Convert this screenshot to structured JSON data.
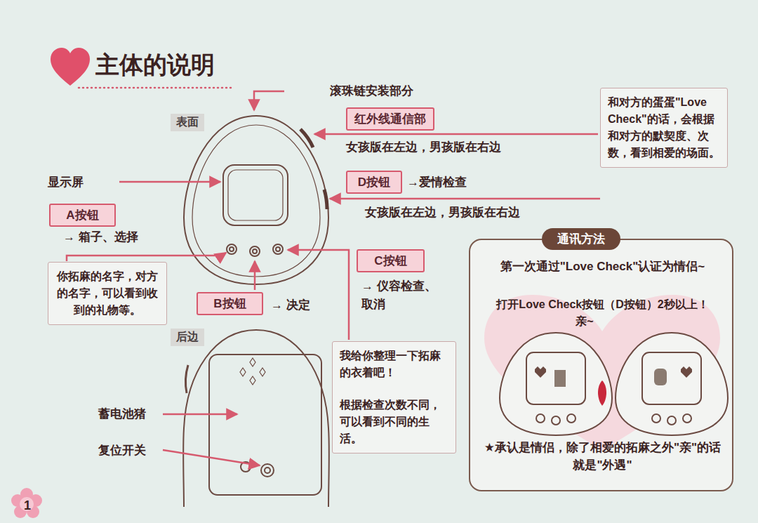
{
  "diagram": {
    "title": "主体的说明",
    "nodes": [
      {
        "text": [
          "表面"
        ]
      },
      {
        "text": [
          "红外线通信部"
        ]
      },
      {
        "text": [
          "D按钮"
        ]
      },
      {
        "text": [
          "和对方的蛋蛋\"Love Check\"的话，会根据和对方的默契度、次数，看到相爱的场面。"
        ]
      },
      {
        "text": [
          "A按钮"
        ]
      },
      {
        "text": [
          "你拓麻的名字，对方的名字，可以看到收到的礼物等。"
        ]
      },
      {
        "text": [
          "C按钮"
        ]
      },
      {
        "text": [
          "B按钮"
        ]
      },
      {
        "text": [
          "我给你整理一下拓麻的衣着吧！",
          "根据检查次数不同，可以看到不同的生活。"
        ]
      },
      {
        "text": [
          "后边"
        ]
      },
      {
        "text": [
          "第一次通过\"Love Check\"认证为情侣~",
          "打开Love Check按钮（D按钮）2秒以上！",
          "亲~",
          "★承认是情侣，除了相爱的拓麻之外\"亲\"的话就是\"外遇\""
        ]
      },
      {
        "text": [
          "通讯方法"
        ],
        "in": 10
      }
    ],
    "labels": [
      "滚珠链安装部分",
      "女孩版在左边，男孩版在右边",
      "显示屏",
      "→爱情检查",
      "女孩版在左边，男孩版在右边",
      "→ 箱子、选择",
      "→ 仪容检查、取消",
      "→ 决定",
      "蓄电池猪",
      "复位开关",
      "1"
    ]
  }
}
